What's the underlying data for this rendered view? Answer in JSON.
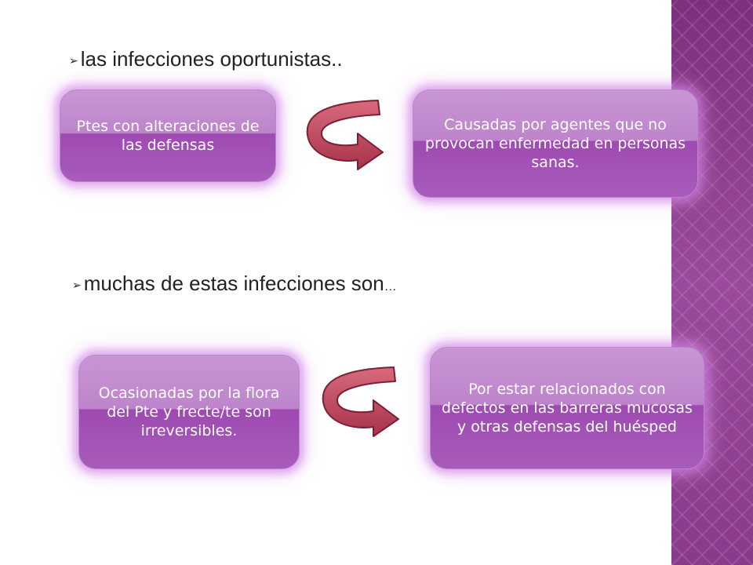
{
  "bullets": [
    {
      "marker": "➢",
      "text": "las infecciones  oportunistas..",
      "suffix": ""
    },
    {
      "marker": "➢",
      "text": "muchas de estas infecciones son",
      "suffix": "…"
    }
  ],
  "boxes": [
    {
      "text": "Ptes con alteraciones de las defensas"
    },
    {
      "text": "Causadas por agentes que no provocan enfermedad en personas sanas."
    },
    {
      "text": "Ocasionadas por la flora  del Pte y frecte/te son irreversibles."
    },
    {
      "text": "Por estar relacionados con defectos en las barreras mucosas y otras defensas del huésped"
    }
  ],
  "colors": {
    "accent_band": "#8e3a8e",
    "box_fill": "#a85cba",
    "arrow_fill": "#c0455a"
  }
}
